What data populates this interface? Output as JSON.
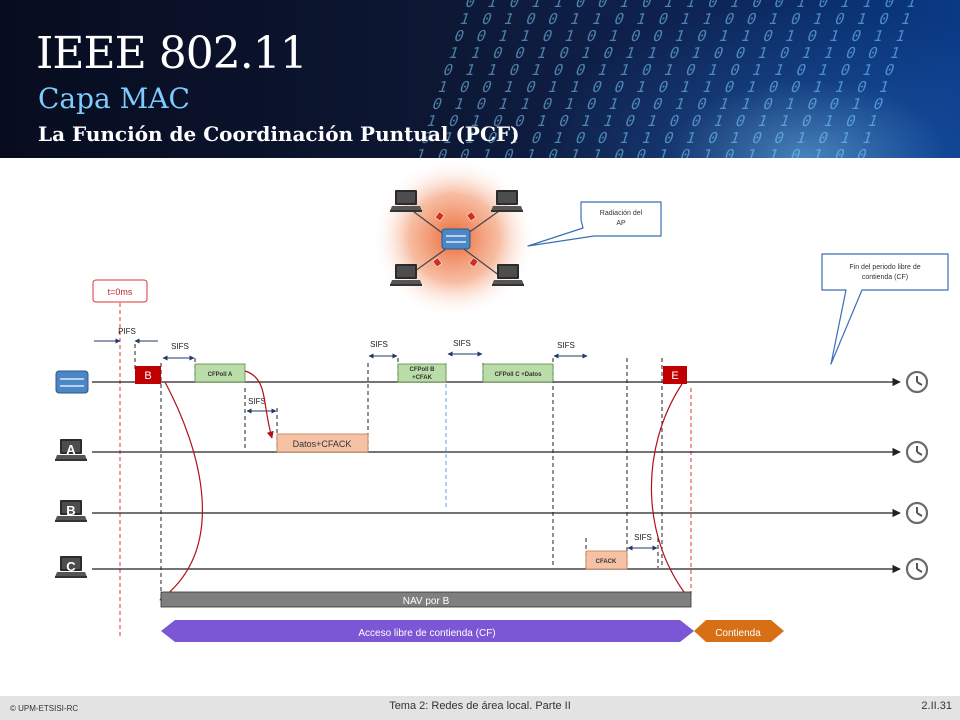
{
  "title": {
    "main": "IEEE 802.11",
    "sub": "Capa MAC",
    "section": "La Función de Coordinación Puntual (PCF)"
  },
  "callouts": {
    "radiation": "Radiación del AP",
    "cf_end": "Fin del periodo libre de contienda (CF)",
    "t0": "t=0ms"
  },
  "stations": [
    "A",
    "B",
    "C"
  ],
  "timing_labels": {
    "pifs": "PIFS",
    "sifs": "SIFS"
  },
  "frames": {
    "beacon": "B",
    "end": "E",
    "cfpoll_a": "CFPoll A",
    "datos_cfack": "Datos+CFACK",
    "cfpoll_b_line1": "CFPoll B",
    "cfpoll_b_line2": "+CFAK",
    "cfpoll_c": "CFPoll C +Datos",
    "cfack": "CFACK"
  },
  "bars": {
    "nav": "NAV por B",
    "cf_access": "Acceso libre de contienda (CF)",
    "contention": "Contienda"
  },
  "footer": {
    "left": "© UPM-ETSISI-RC",
    "center": "Tema 2: Redes de área local. Parte II",
    "right": "2.II.31"
  },
  "colors": {
    "frame_red": "#c00000",
    "frame_green": "#b9dca8",
    "frame_peach": "#f6c2a6",
    "nav_gray": "#7f7f7f",
    "cf_purple": "#7b57d6",
    "contention_orange": "#d76f14",
    "arrow_red": "#b0101a",
    "dash_blue": "#6d9ede"
  }
}
